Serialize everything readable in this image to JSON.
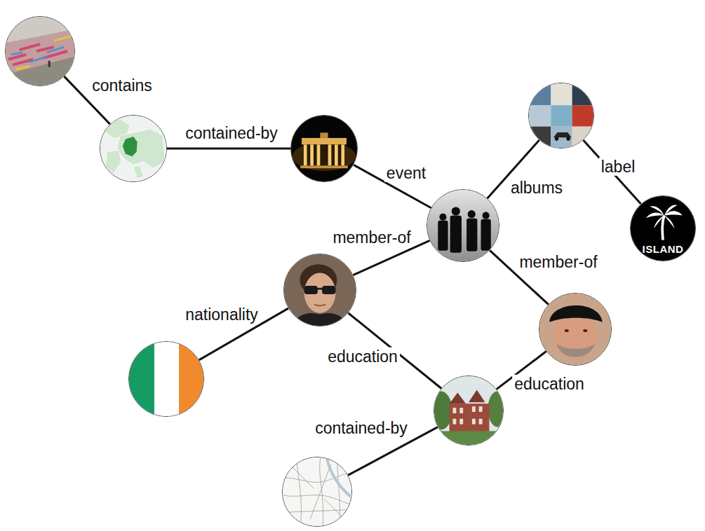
{
  "diagram": {
    "nodes": [
      {
        "text": []
      },
      {
        "text": []
      },
      {
        "text": []
      },
      {
        "text": []
      },
      {
        "text": []
      },
      {
        "text": [
          "ISLAND"
        ]
      },
      {
        "text": []
      },
      {
        "text": []
      },
      {
        "text": []
      },
      {
        "text": []
      },
      {
        "text": []
      }
    ],
    "edges": [
      {
        "from": 0,
        "to": 1,
        "label": "contains",
        "arrow": "none"
      },
      {
        "from": 1,
        "to": 2,
        "label": "contained-by",
        "arrow": "none"
      },
      {
        "from": 2,
        "to": 3,
        "label": "event",
        "arrow": "none"
      },
      {
        "from": 3,
        "to": 4,
        "label": "albums",
        "arrow": "none"
      },
      {
        "from": 4,
        "to": 5,
        "label": "label",
        "arrow": "none"
      },
      {
        "from": 6,
        "to": 3,
        "label": "member-of",
        "arrow": "none"
      },
      {
        "from": 8,
        "to": 3,
        "label": "member-of",
        "arrow": "none"
      },
      {
        "from": 6,
        "to": 7,
        "label": "nationality",
        "arrow": "none"
      },
      {
        "from": 6,
        "to": 9,
        "label": "education",
        "arrow": "none"
      },
      {
        "from": 8,
        "to": 9,
        "label": "education",
        "arrow": "none"
      },
      {
        "from": 9,
        "to": 10,
        "label": "contained-by",
        "arrow": "none"
      }
    ]
  }
}
